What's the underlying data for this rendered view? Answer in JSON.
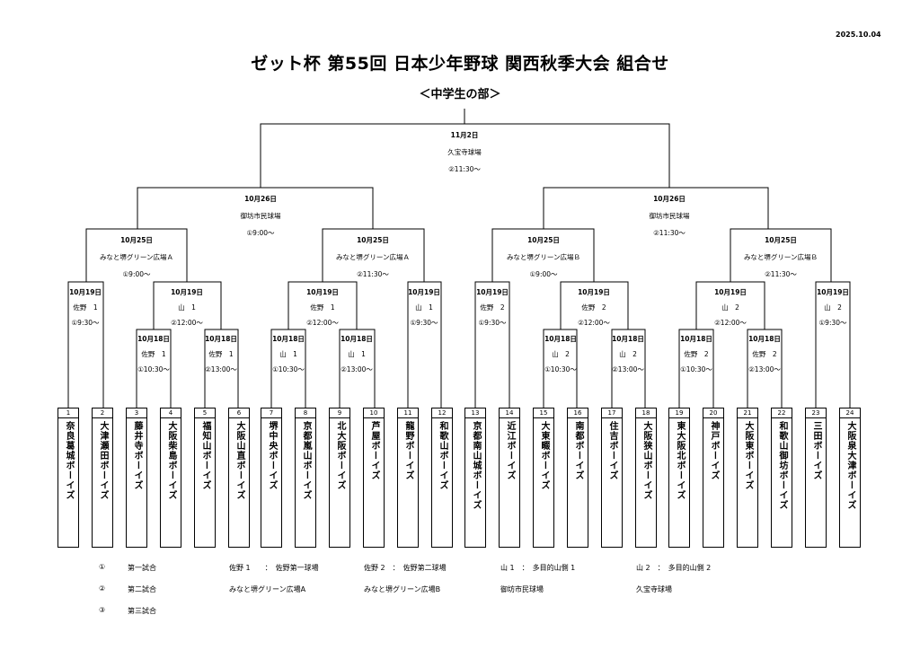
{
  "header": {
    "date": "2025.10.04",
    "title": "ゼット杯 第55回 日本少年野球 関西秋季大会 組合せ",
    "subtitle": "＜中学生の部＞"
  },
  "matches": {
    "final": {
      "date": "11月2日",
      "venue": "久宝寺球場",
      "time": "②11:30～"
    },
    "semi_left": {
      "date": "10月26日",
      "venue": "御坊市民球場",
      "time": "①9:00～"
    },
    "semi_right": {
      "date": "10月26日",
      "venue": "御坊市民球場",
      "time": "②11:30～"
    },
    "qf1": {
      "date": "10月25日",
      "venue": "みなと堺グリーン広場Ａ",
      "time": "①9:00～"
    },
    "qf2": {
      "date": "10月25日",
      "venue": "みなと堺グリーン広場Ａ",
      "time": "②11:30～"
    },
    "qf3": {
      "date": "10月25日",
      "venue": "みなと堺グリーン広場Ｂ",
      "time": "①9:00～"
    },
    "qf4": {
      "date": "10月25日",
      "venue": "みなと堺グリーン広場Ｂ",
      "time": "②11:30～"
    },
    "r2_1": {
      "date": "10月19日",
      "venue": "佐野　1",
      "time": "①9:30～"
    },
    "r2_2": {
      "date": "10月19日",
      "venue": "山　1",
      "time": "②12:00～"
    },
    "r2_3": {
      "date": "10月19日",
      "venue": "佐野　1",
      "time": "②12:00～"
    },
    "r2_4": {
      "date": "10月19日",
      "venue": "山　1",
      "time": "①9:30～"
    },
    "r2_5": {
      "date": "10月19日",
      "venue": "佐野　2",
      "time": "①9:30～"
    },
    "r2_6": {
      "date": "10月19日",
      "venue": "佐野　2",
      "time": "②12:00～"
    },
    "r2_7": {
      "date": "10月19日",
      "venue": "山　2",
      "time": "②12:00～"
    },
    "r2_8": {
      "date": "10月19日",
      "venue": "山　2",
      "time": "①9:30～"
    },
    "r1_1": {
      "date": "10月18日",
      "venue": "佐野　1",
      "time": "①10:30～"
    },
    "r1_2": {
      "date": "10月18日",
      "venue": "佐野　1",
      "time": "②13:00～"
    },
    "r1_3": {
      "date": "10月18日",
      "venue": "山　1",
      "time": "①10:30～"
    },
    "r1_4": {
      "date": "10月18日",
      "venue": "山　1",
      "time": "②13:00～"
    },
    "r1_5": {
      "date": "10月18日",
      "venue": "山　2",
      "time": "①10:30～"
    },
    "r1_6": {
      "date": "10月18日",
      "venue": "山　2",
      "time": "②13:00～"
    },
    "r1_7": {
      "date": "10月18日",
      "venue": "佐野　2",
      "time": "①10:30～"
    },
    "r1_8": {
      "date": "10月18日",
      "venue": "佐野　2",
      "time": "②13:00～"
    }
  },
  "teams": [
    {
      "num": "1",
      "name": "奈良葛城ボーイズ"
    },
    {
      "num": "2",
      "name": "大津瀬田ボーイズ"
    },
    {
      "num": "3",
      "name": "藤井寺ボーイズ"
    },
    {
      "num": "4",
      "name": "大阪柴島ボーイズ"
    },
    {
      "num": "5",
      "name": "福知山ボーイズ"
    },
    {
      "num": "6",
      "name": "大阪山直ボーイズ"
    },
    {
      "num": "7",
      "name": "堺中央ボーイズ"
    },
    {
      "num": "8",
      "name": "京都嵐山ボーイズ"
    },
    {
      "num": "9",
      "name": "北大阪ボーイズ"
    },
    {
      "num": "10",
      "name": "芦屋ボーイズ"
    },
    {
      "num": "11",
      "name": "龍野ボーイズ"
    },
    {
      "num": "12",
      "name": "和歌山ボーイズ"
    },
    {
      "num": "13",
      "name": "京都南山城ボーイズ"
    },
    {
      "num": "14",
      "name": "近江ボーイズ"
    },
    {
      "num": "15",
      "name": "大東畷ボーイズ"
    },
    {
      "num": "16",
      "name": "南都ボーイズ"
    },
    {
      "num": "17",
      "name": "住吉ボーイズ"
    },
    {
      "num": "18",
      "name": "大阪狭山ボーイズ"
    },
    {
      "num": "19",
      "name": "東大阪北ボーイズ"
    },
    {
      "num": "20",
      "name": "神戸ボーイズ"
    },
    {
      "num": "21",
      "name": "大阪東ボーイズ"
    },
    {
      "num": "22",
      "name": "和歌山御坊ボーイズ"
    },
    {
      "num": "23",
      "name": "三田ボーイズ"
    },
    {
      "num": "24",
      "name": "大阪泉大津ボーイズ"
    }
  ],
  "legend": {
    "g1_mark": "①",
    "g1_label": "第一試合",
    "g2_mark": "②",
    "g2_label": "第二試合",
    "g3_mark": "③",
    "g3_label": "第三試合",
    "sano1": "佐野 1　　：　佐野第一球場",
    "sano2": "佐野 2　：　佐野第二球場",
    "yama1": "山 1　：　多目的山側 1",
    "yama2": "山 2　：　多目的山側 2",
    "greenA": "みなと堺グリーン広場A",
    "greenB": "みなと堺グリーン広場B",
    "gobo": "御坊市民球場",
    "kyuhoji": "久宝寺球場"
  }
}
